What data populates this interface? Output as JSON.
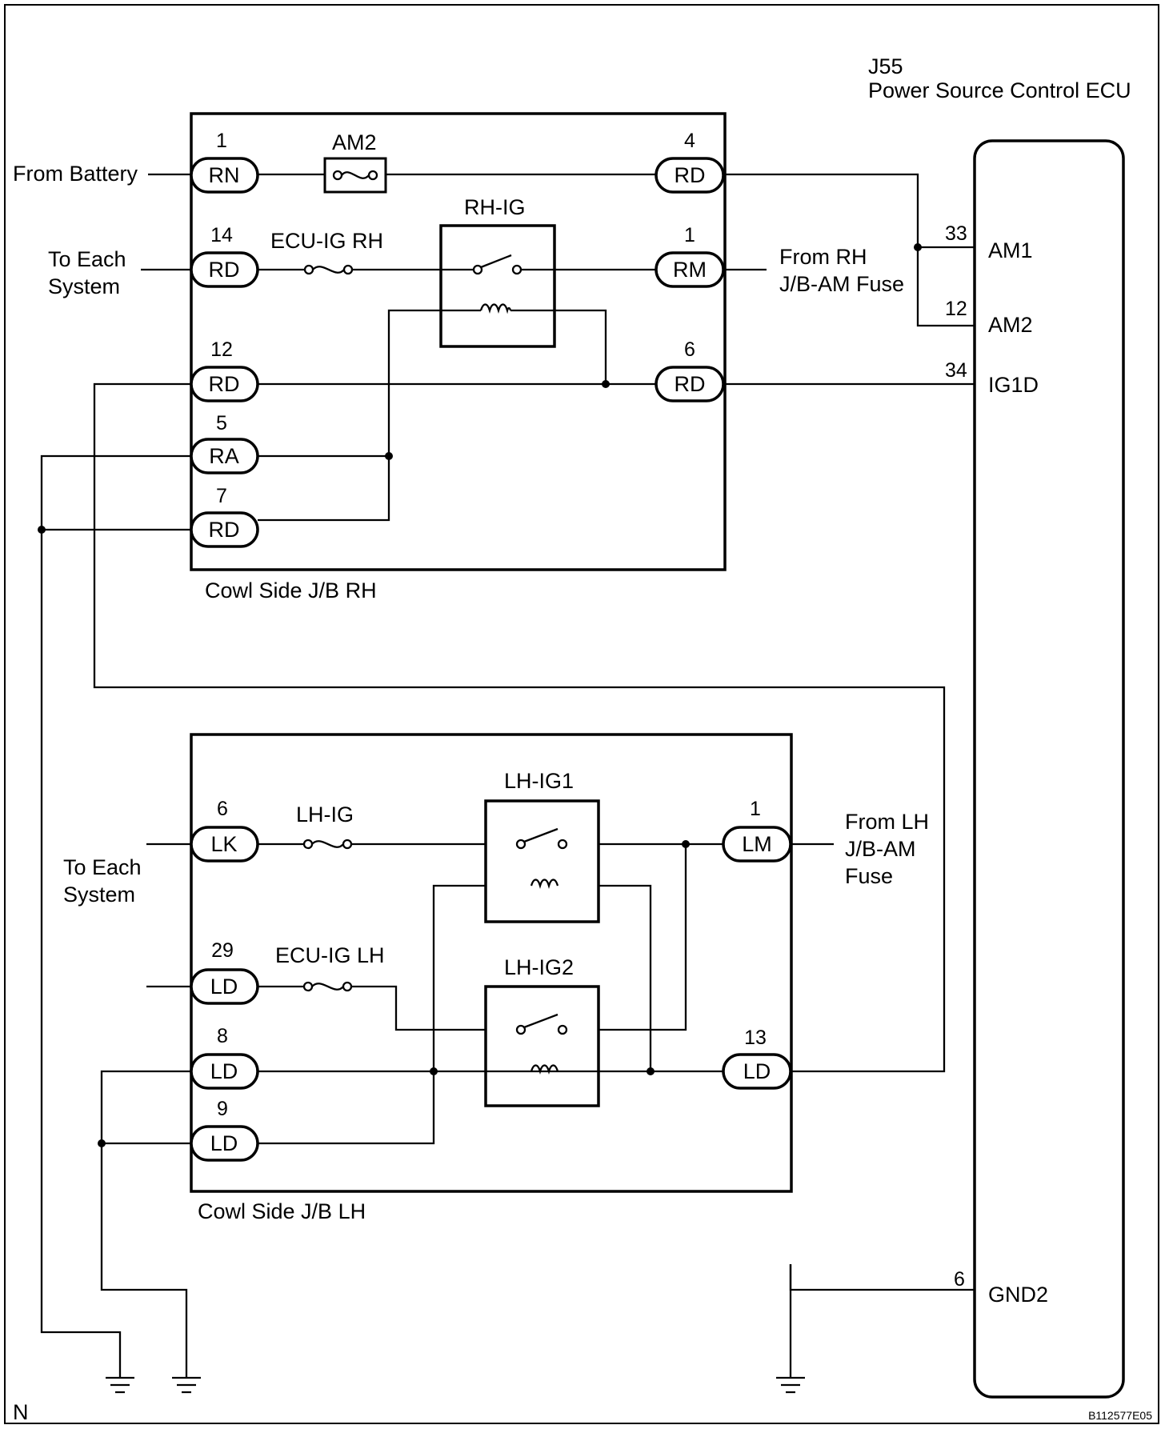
{
  "ecu": {
    "code": "J55",
    "name": "Power Source Control ECU"
  },
  "ecu_pins": [
    {
      "num": "33",
      "label": "AM1"
    },
    {
      "num": "12",
      "label": "AM2"
    },
    {
      "num": "34",
      "label": "IG1D"
    },
    {
      "num": "6",
      "label": "GND2"
    }
  ],
  "jb_rh": {
    "label": "Cowl Side J/B RH",
    "connectors": [
      {
        "pin": "1",
        "code": "RN"
      },
      {
        "pin": "14",
        "code": "RD"
      },
      {
        "pin": "12",
        "code": "RD"
      },
      {
        "pin": "5",
        "code": "RA"
      },
      {
        "pin": "7",
        "code": "RD"
      },
      {
        "pin": "4",
        "code": "RD"
      },
      {
        "pin": "1",
        "code": "RM"
      },
      {
        "pin": "6",
        "code": "RD"
      }
    ],
    "fuses": [
      "AM2",
      "ECU-IG RH"
    ],
    "relays": [
      "RH-IG"
    ]
  },
  "jb_lh": {
    "label": "Cowl Side J/B LH",
    "connectors": [
      {
        "pin": "6",
        "code": "LK"
      },
      {
        "pin": "29",
        "code": "LD"
      },
      {
        "pin": "8",
        "code": "LD"
      },
      {
        "pin": "9",
        "code": "LD"
      },
      {
        "pin": "1",
        "code": "LM"
      },
      {
        "pin": "13",
        "code": "LD"
      }
    ],
    "fuses": [
      "LH-IG",
      "ECU-IG LH"
    ],
    "relays": [
      "LH-IG1",
      "LH-IG2"
    ]
  },
  "labels": {
    "from_battery": "From Battery",
    "to_each_system_rh": [
      "To Each",
      "System"
    ],
    "from_rh_fuse": [
      "From RH",
      "J/B-AM Fuse"
    ],
    "to_each_system_lh": [
      "To Each",
      "System"
    ],
    "from_lh_fuse": [
      "From LH",
      "J/B-AM",
      "Fuse"
    ]
  },
  "footer": {
    "corner_mark": "N",
    "figure_code": "B112577E05"
  }
}
